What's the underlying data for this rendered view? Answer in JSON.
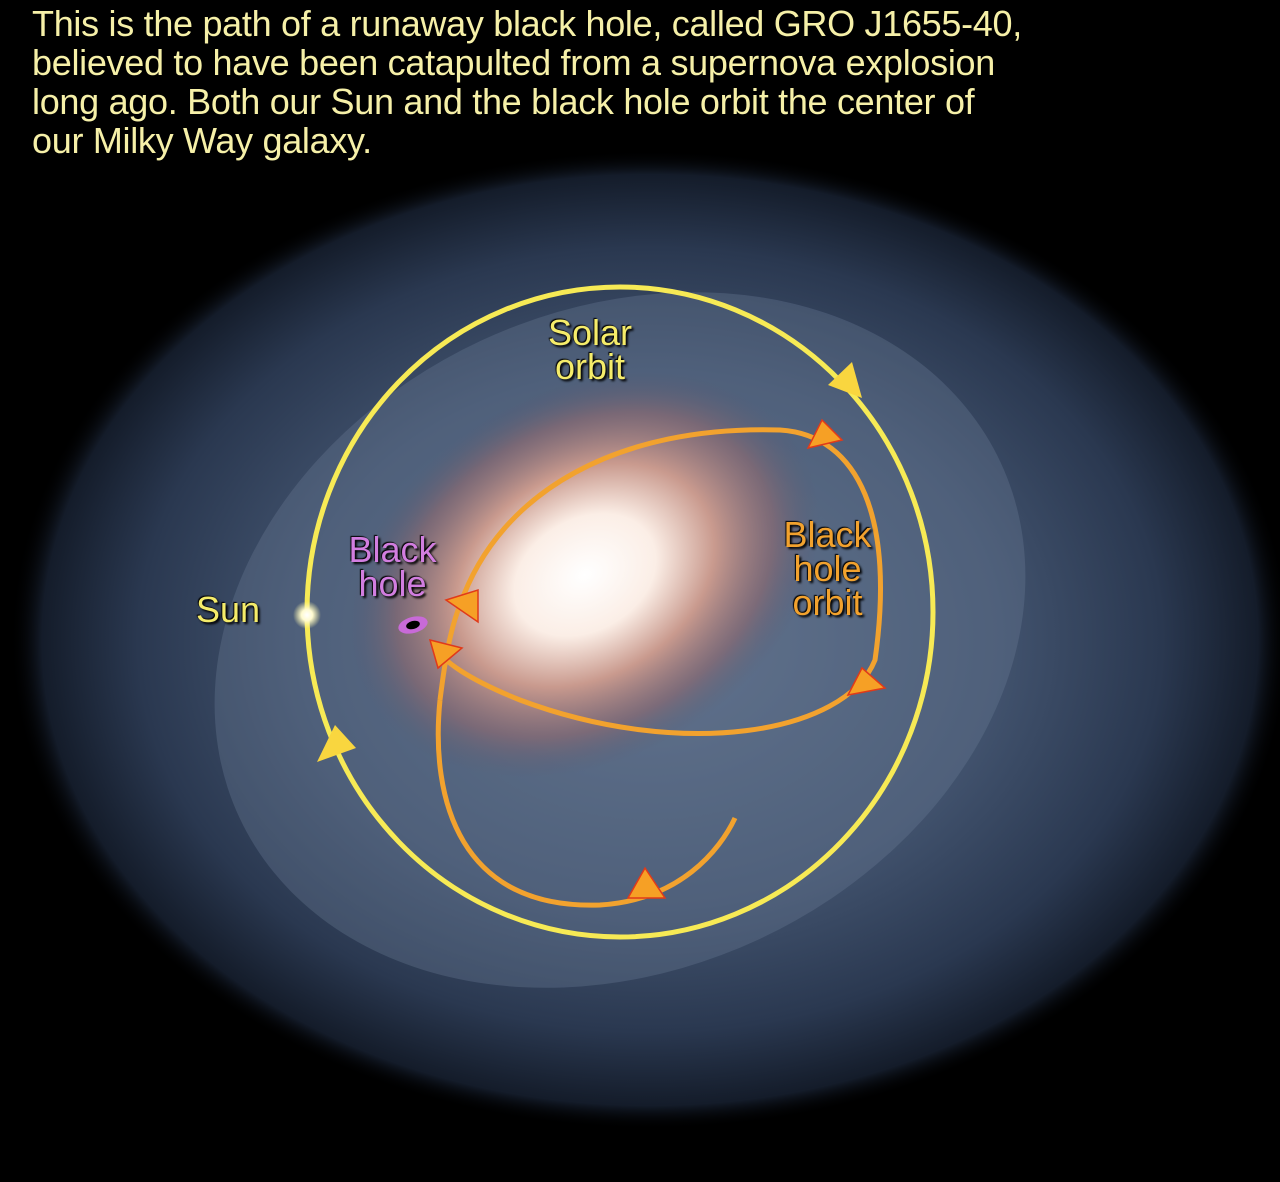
{
  "caption": {
    "lines": [
      "This is the path of a runaway black hole, called  GRO J1655-40,",
      "believed to have been catapulted from a supernova explosion",
      "long ago. Both our Sun and the black hole orbit the center of",
      "our Milky Way galaxy."
    ]
  },
  "labels": {
    "solar_orbit": [
      "Solar",
      "orbit"
    ],
    "black_hole": [
      "Black",
      "hole"
    ],
    "black_hole_orbit": [
      "Black",
      "hole",
      "orbit"
    ],
    "sun": "Sun"
  },
  "colors": {
    "background": "#000000",
    "caption_text": "#f6f0a8",
    "solar_orbit": "#f7ea55",
    "black_hole_orbit": "#f2a22e",
    "black_hole_label": "#d27ee0",
    "arrow_edge": "#e03a1a"
  },
  "icons": {
    "sun": "glowing-star-icon",
    "black_hole": "black-hole-disk-icon",
    "direction_arrows": "arrowhead-icon"
  }
}
